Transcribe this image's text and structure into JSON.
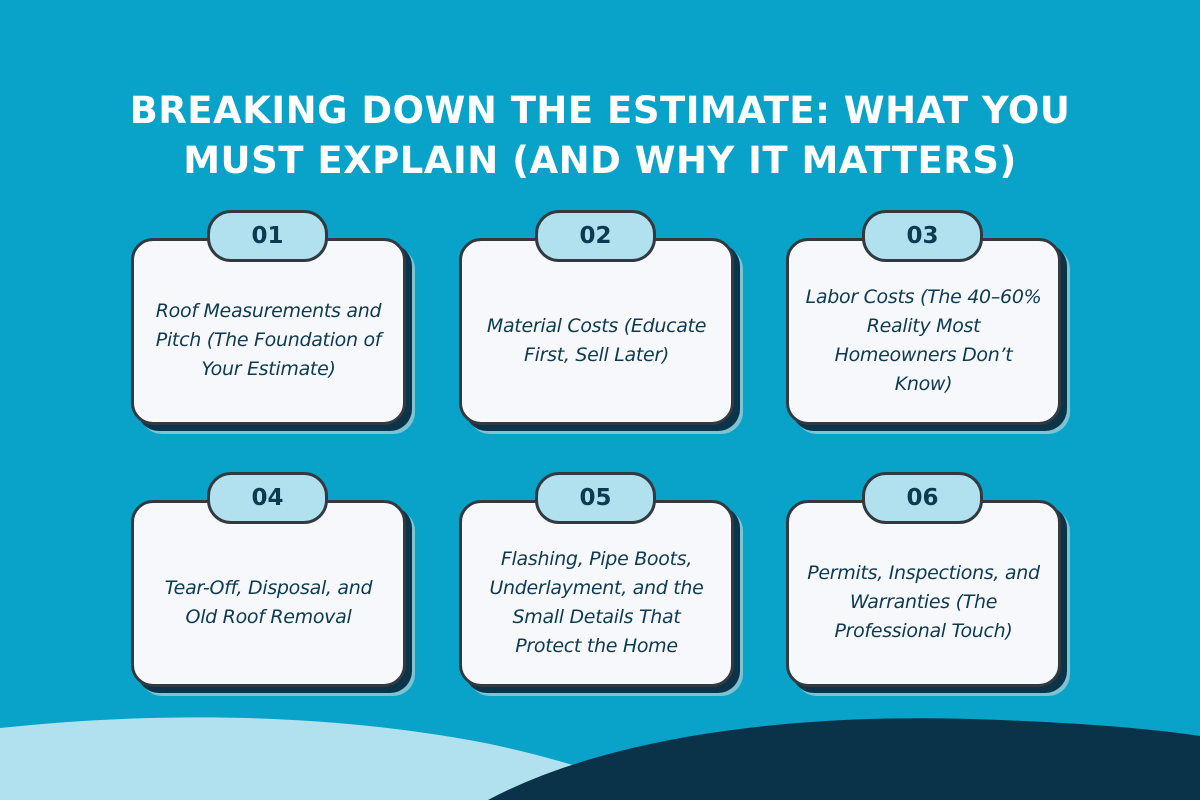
{
  "header": {
    "title_line1": "BREAKING DOWN THE ESTIMATE: WHAT YOU",
    "title_line2": "MUST EXPLAIN (AND WHY IT MATTERS)"
  },
  "cards": [
    {
      "number": "01",
      "text": "Roof Measurements and Pitch (The Foundation of Your Estimate)"
    },
    {
      "number": "02",
      "text": "Material Costs (Educate First, Sell Later)"
    },
    {
      "number": "03",
      "text": "Labor Costs (The 40–60% Reality Most Homeowners Don’t Know)"
    },
    {
      "number": "04",
      "text": "Tear-Off, Disposal, and Old Roof Removal"
    },
    {
      "number": "05",
      "text": "Flashing, Pipe Boots, Underlayment, and the Small Details That Protect the Home"
    },
    {
      "number": "06",
      "text": "Permits, Inspections, and Warranties (The Professional Touch)"
    }
  ],
  "colors": {
    "background": "#09a2c8",
    "card_face": "#f6f8fb",
    "card_border": "#333a3f",
    "pill_fill": "#b1e0ef",
    "text_dark": "#0d3a50",
    "wave_light": "#b1e0ef",
    "wave_dark": "#0a3249"
  }
}
